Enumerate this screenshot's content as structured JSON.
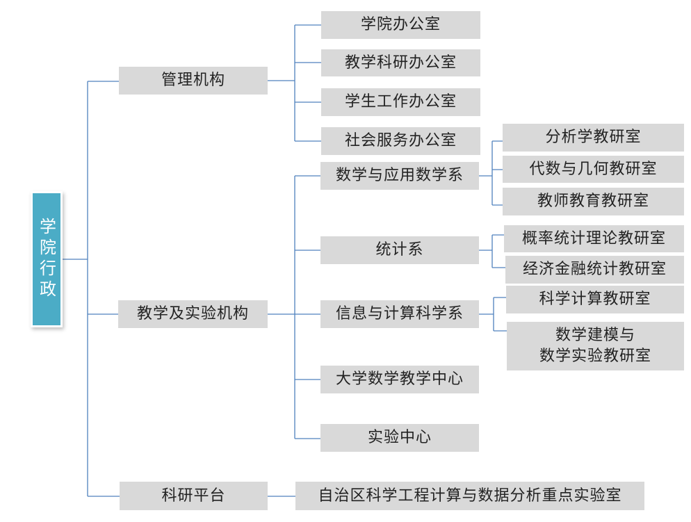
{
  "root": "学院行政",
  "colors": {
    "root": "#4bacc6",
    "box": "#d9d9d9",
    "line": "#4f81bd"
  },
  "branches": [
    {
      "label": "管理机构",
      "children": [
        "学院办公室",
        "教学科研办公室",
        "学生工作办公室",
        "社会服务办公室"
      ]
    },
    {
      "label": "教学及实验机构",
      "children": [
        {
          "label": "数学与应用数学系",
          "children": [
            "分析学教研室",
            "代数与几何教研室",
            "教师教育教研室"
          ]
        },
        {
          "label": "统计系",
          "children": [
            "概率统计理论教研室",
            "经济金融统计教研室"
          ]
        },
        {
          "label": "信息与计算科学系",
          "children": [
            "科学计算教研室",
            "数学建模与\n数学实验教研室"
          ]
        },
        {
          "label": "大学数学教学中心"
        },
        {
          "label": "实验中心"
        }
      ]
    },
    {
      "label": "科研平台",
      "children": [
        "自治区科学工程计算与数据分析重点实验室"
      ]
    }
  ]
}
